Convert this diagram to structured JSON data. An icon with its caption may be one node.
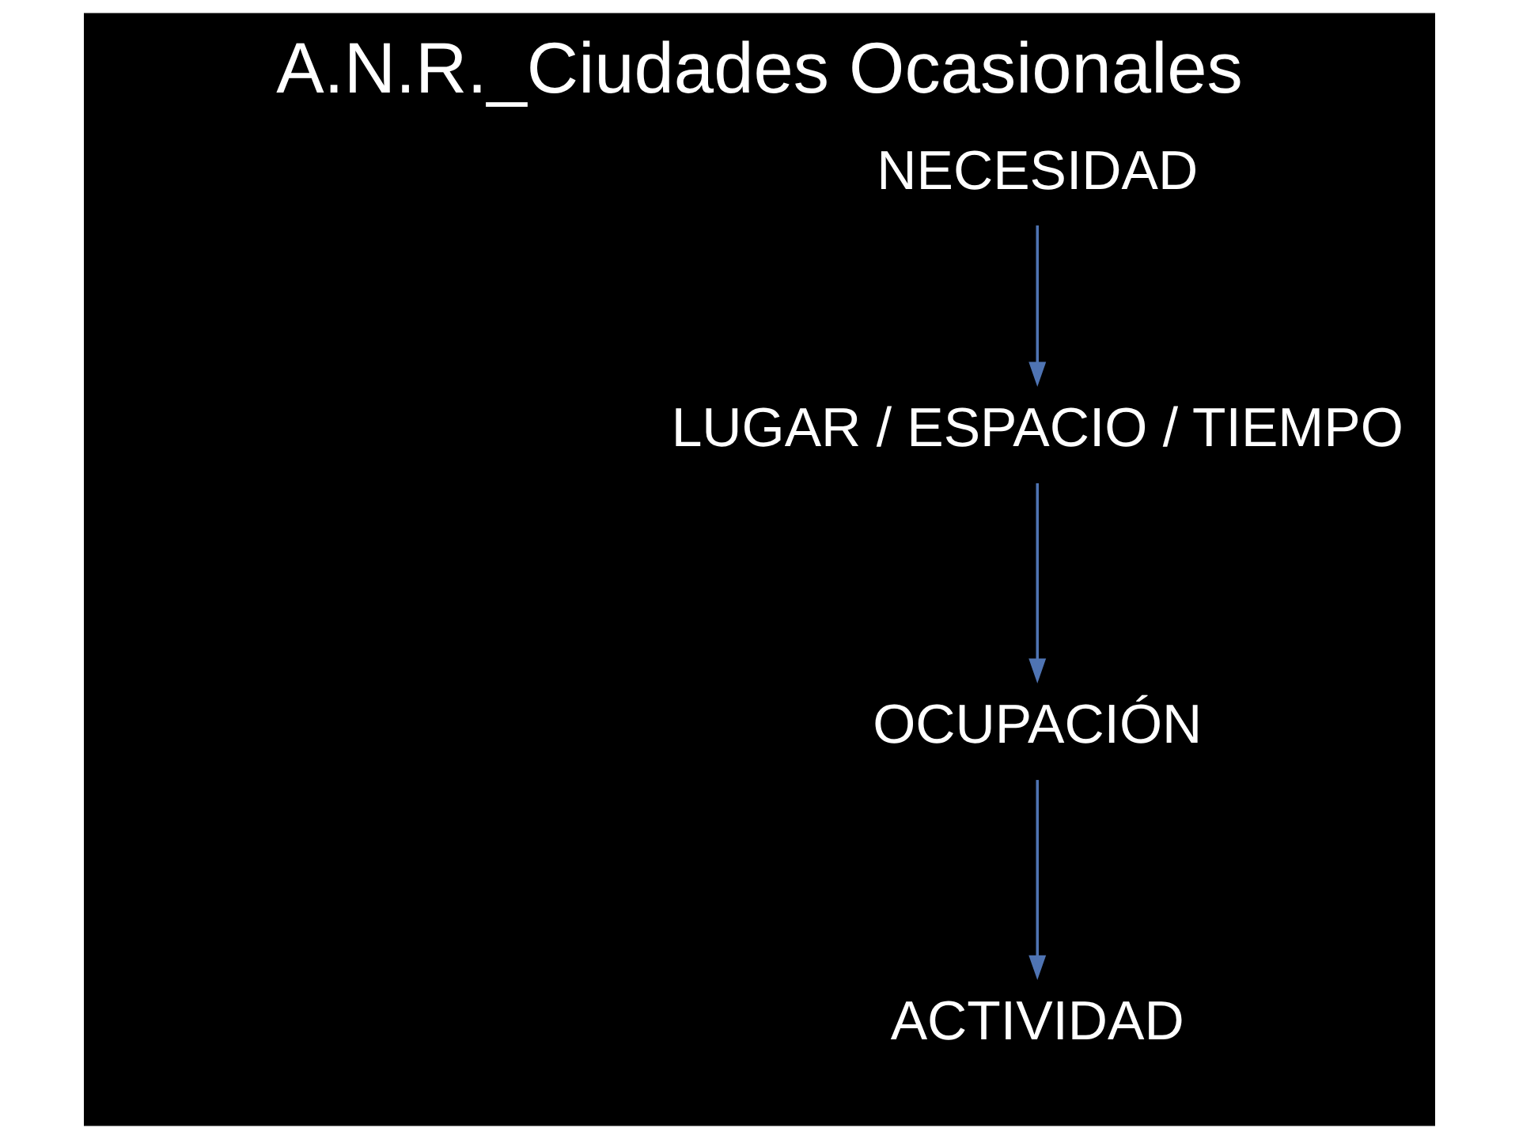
{
  "diagram": {
    "title": "A.N.R._Ciudades Ocasionales",
    "nodes": [
      {
        "text": [
          "NECESIDAD"
        ]
      },
      {
        "text": [
          "LUGAR / ESPACIO / TIEMPO"
        ]
      },
      {
        "text": [
          "OCUPACIÓN"
        ]
      },
      {
        "text": [
          "ACTIVIDAD"
        ]
      }
    ],
    "edges": [
      {
        "from": 0,
        "to": 1,
        "arrow": "to"
      },
      {
        "from": 1,
        "to": 2,
        "arrow": "to"
      },
      {
        "from": 2,
        "to": 3,
        "arrow": "to"
      }
    ]
  }
}
